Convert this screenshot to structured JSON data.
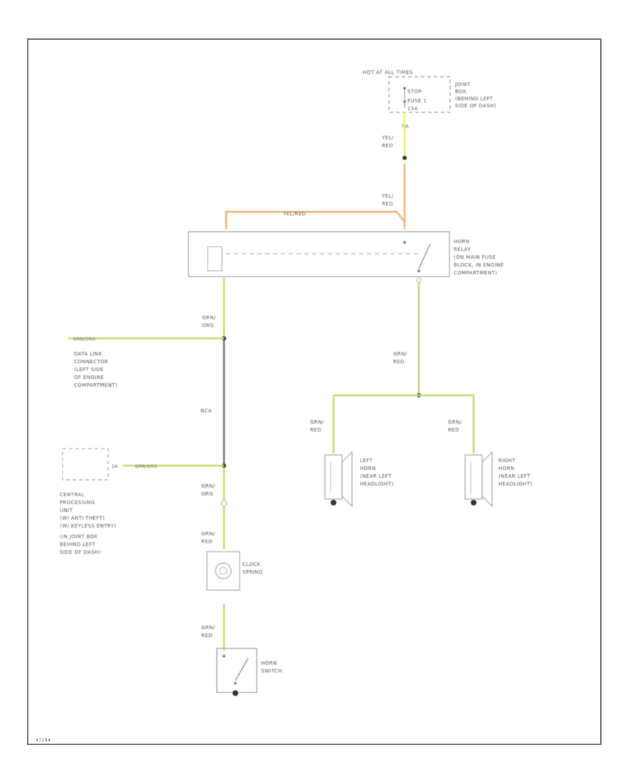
{
  "diagram_id": "47294",
  "colors": {
    "frame": "#777777",
    "wire_yel_red": "#f3b070",
    "wire_yel": "#f2f25a",
    "wire_grn": "#b8e06a",
    "wire_grn_red": "#d8c890",
    "wire_nca": "#777777",
    "component": "#999999"
  },
  "hot_at_all_times": "HOT AT ALL TIMES",
  "fuse": {
    "name": "STOP",
    "number": "FUSE 1",
    "rating": "15A"
  },
  "joint_box": [
    "JOINT",
    "BOX",
    "(BEHIND LEFT",
    "SIDE OF DASH)"
  ],
  "wire_labels": {
    "w1": [
      "YEL/",
      "RED"
    ],
    "w2": [
      "YEL/",
      "RED"
    ],
    "w3": "YEL/RED",
    "w4": [
      "GRN/",
      "ORG"
    ],
    "w5": "GRN/ORG",
    "w6": "NCA",
    "w7": "GRN/ORG",
    "w8": [
      "GRN/",
      "ORG"
    ],
    "w9": [
      "GRN/",
      "RED"
    ],
    "w10": [
      "GRN/",
      "RED"
    ],
    "w11": [
      "GRN/",
      "RED"
    ],
    "w12": [
      "GRN/",
      "RED"
    ],
    "w13": [
      "GRN/",
      "RED"
    ]
  },
  "pin_labels": {
    "fuse_pin": "5A",
    "cpu_pin": "2A"
  },
  "horn_relay": [
    "HORN",
    "RELAY",
    "(ON MAIN FUSE",
    "BLOCK, IN ENGINE",
    "COMPARTMENT)"
  ],
  "data_link": [
    "DATA LINK",
    "CONNECTOR",
    "(LEFT SIDE",
    "OF ENGINE",
    "COMPARTMENT)"
  ],
  "cpu": [
    "CENTRAL",
    "PROCESSING",
    "UNIT",
    "(W/ ANTI-THEFT)",
    "(W/ KEYLESS ENTRY)",
    "(IN JOINT BOX",
    "BEHIND LEFT",
    "SIDE OF DASH)"
  ],
  "clock_spring": [
    "CLOCK",
    "SPRING"
  ],
  "horn_switch": [
    "HORN",
    "SWITCH"
  ],
  "left_horn": [
    "LEFT",
    "HORN",
    "(NEAR LEFT",
    "HEADLIGHT)"
  ],
  "right_horn": [
    "RIGHT",
    "HORN",
    "(NEAR LEFT",
    "HEADLIGHT)"
  ]
}
